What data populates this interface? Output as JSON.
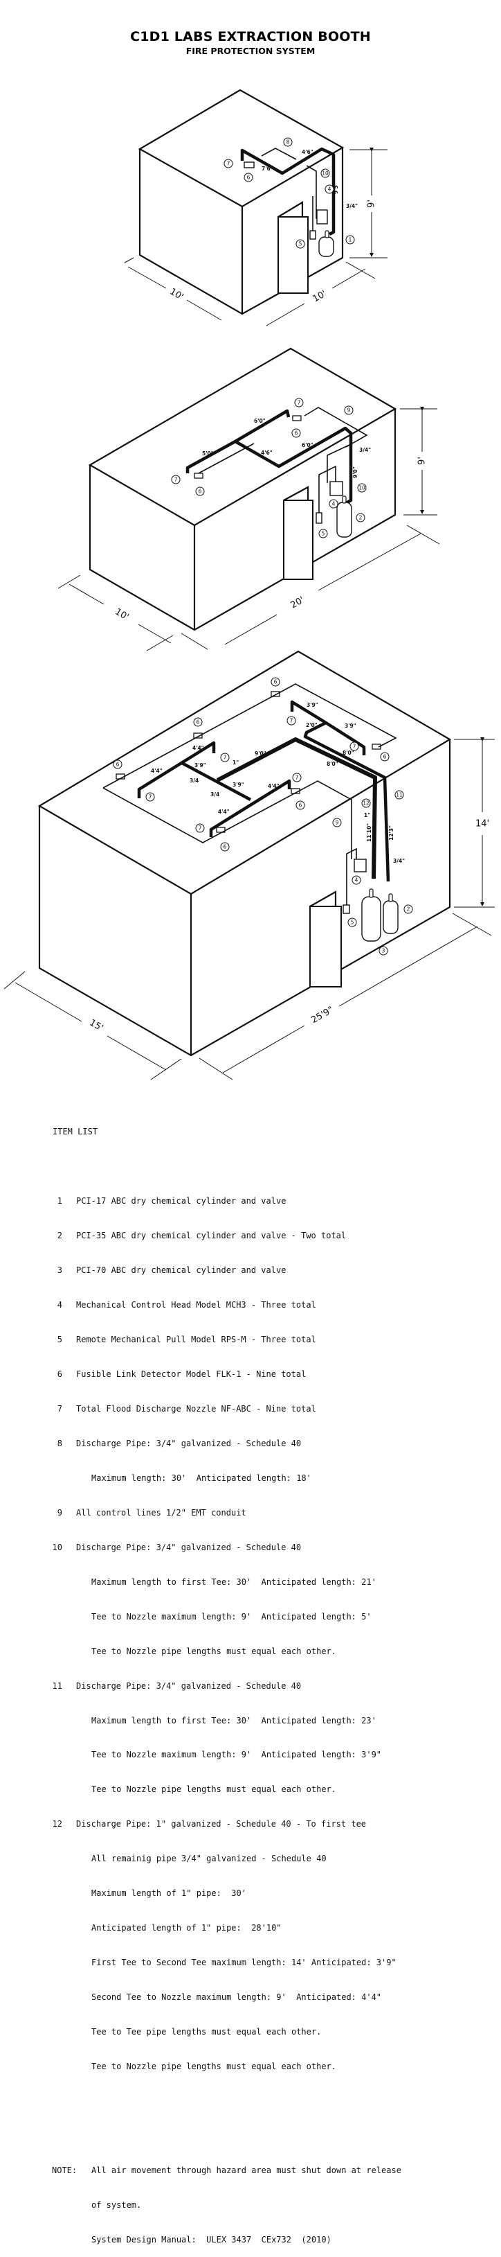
{
  "header": {
    "title": "C1D1 LABS EXTRACTION BOOTH",
    "subtitle": "FIRE PROTECTION SYSTEM"
  },
  "drawings": [
    {
      "dims": {
        "width": "10'",
        "length": "10'",
        "height": "9'"
      },
      "pipe_labels": [
        "4'6\"",
        "7'6\"",
        "9'5\"",
        "3/4\""
      ],
      "balloons": [
        "7",
        "6",
        "8",
        "10",
        "4",
        "5",
        "1"
      ]
    },
    {
      "dims": {
        "width": "10'",
        "length": "20'",
        "height": "9'"
      },
      "pipe_labels": [
        "6'0\"",
        "5'0\"",
        "4'6\"",
        "6'0\"",
        "9'0\"",
        "3/4\""
      ],
      "balloons": [
        "7",
        "9",
        "6",
        "7",
        "6",
        "10",
        "4",
        "5",
        "2"
      ]
    },
    {
      "dims": {
        "width": "15'",
        "length": "25'9\"",
        "height": "14'"
      },
      "pipe_labels": [
        "3'9\"",
        "2'0\"",
        "3'9\"",
        "4'4\"",
        "4'4\"",
        "9'0\"",
        "8'0\"",
        "8'0\"",
        "3'9\"",
        "1\"",
        "3/4",
        "3'9\"",
        "3/4",
        "4'4\"",
        "4'4\"",
        "1\"",
        "11'10\"",
        "12'3\"",
        "3/4\""
      ],
      "balloons": [
        "6",
        "6",
        "6",
        "7",
        "7",
        "6",
        "7",
        "7",
        "7",
        "6",
        "7",
        "6",
        "12",
        "11",
        "9",
        "4",
        "3",
        "2",
        "5"
      ]
    }
  ],
  "item_list": {
    "heading": "ITEM LIST",
    "items": [
      {
        "num": "1",
        "text": "PCI-17 ABC dry chemical cylinder and valve",
        "details": []
      },
      {
        "num": "2",
        "text": "PCI-35 ABC dry chemical cylinder and valve - Two total",
        "details": []
      },
      {
        "num": "3",
        "text": "PCI-70 ABC dry chemical cylinder and valve",
        "details": []
      },
      {
        "num": "4",
        "text": "Mechanical Control Head Model MCH3 - Three total",
        "details": []
      },
      {
        "num": "5",
        "text": "Remote Mechanical Pull Model RPS-M - Three total",
        "details": []
      },
      {
        "num": "6",
        "text": "Fusible Link Detector Model FLK-1 - Nine total",
        "details": []
      },
      {
        "num": "7",
        "text": "Total Flood Discharge Nozzle NF-ABC - Nine total",
        "details": []
      },
      {
        "num": "8",
        "text": "Discharge Pipe: 3/4\" galvanized - Schedule 40",
        "details": [
          "Maximum length: 30'  Anticipated length: 18'"
        ]
      },
      {
        "num": "9",
        "text": "All control lines 1/2\" EMT conduit",
        "details": []
      },
      {
        "num": "10",
        "text": "Discharge Pipe: 3/4\" galvanized - Schedule 40",
        "details": [
          "Maximum length to first Tee: 30'  Anticipated length: 21'",
          "Tee to Nozzle maximum length: 9'  Anticipated length: 5'",
          "Tee to Nozzle pipe lengths must equal each other."
        ]
      },
      {
        "num": "11",
        "text": "Discharge Pipe: 3/4\" galvanized - Schedule 40",
        "details": [
          "Maximum length to first Tee: 30'  Anticipated length: 23'",
          "Tee to Nozzle maximum length: 9'  Anticipated length: 3'9\"",
          "Tee to Nozzle pipe lengths must equal each other."
        ]
      },
      {
        "num": "12",
        "text": "Discharge Pipe: 1\" galvanized - Schedule 40 - To first tee",
        "details": [
          "All remainig pipe 3/4\" galvanized - Schedule 40",
          "Maximum length of 1\" pipe:  30'",
          "Anticipated length of 1\" pipe:  28'10\"",
          "First Tee to Second Tee maximum length: 14' Anticipated: 3'9\"",
          "Second Tee to Nozzle maximum length: 9'  Anticipated: 4'4\"",
          "Tee to Tee pipe lengths must equal each other.",
          "Tee to Nozzle pipe lengths must equal each other."
        ]
      }
    ]
  },
  "note": {
    "label": "NOTE:",
    "lines": [
      "All air movement through hazard area must shut down at release",
      "of system.",
      "System Design Manual:  ULEX 3437  CEx732  (2010)"
    ]
  }
}
